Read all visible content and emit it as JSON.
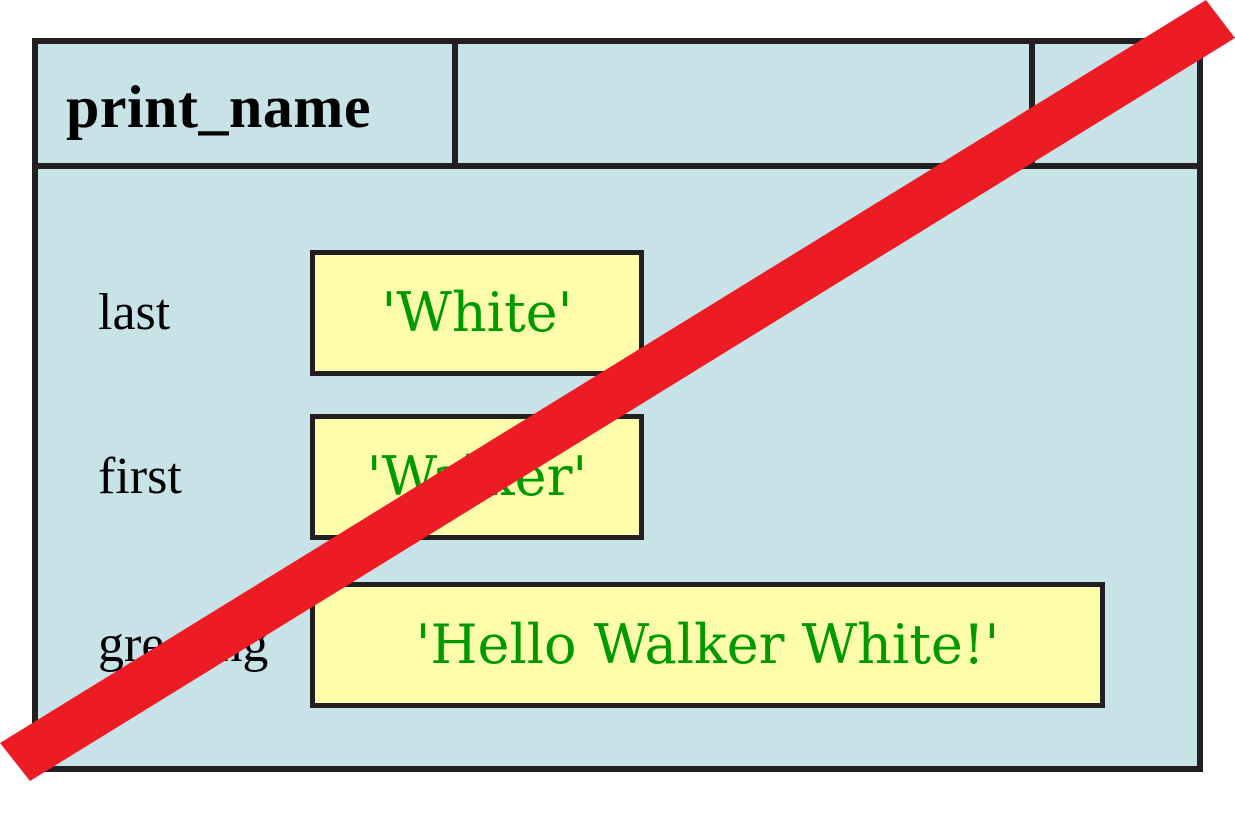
{
  "diagram": {
    "kind": "python-call-frame",
    "frame_name": "print_name",
    "colors": {
      "frame_fill": "#c7e3e8",
      "frame_border": "#231f20",
      "value_box_fill": "#fdfdab",
      "value_text": "#009a00",
      "strike": "#ed1c24",
      "page_background": "#ffffff"
    },
    "variables": [
      {
        "name": "last",
        "value": "'White'"
      },
      {
        "name": "first",
        "value": "'Walker'"
      },
      {
        "name": "greeting",
        "value": "'Hello Walker White!'"
      }
    ],
    "annotation": {
      "type": "strike-slash",
      "label": "red diagonal cross-out",
      "from": "bottom-left",
      "to": "top-right"
    }
  }
}
